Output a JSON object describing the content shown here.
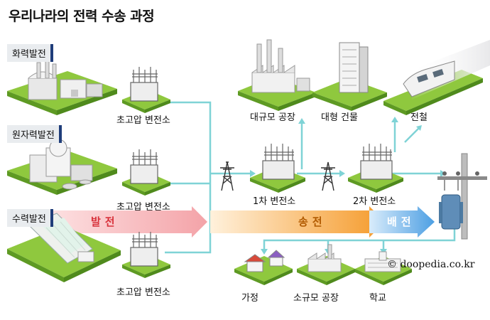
{
  "title": "우리나라의 전력 수송 과정",
  "sources": {
    "thermal": "화력발전",
    "nuclear": "원자력발전",
    "hydro": "수력발전"
  },
  "substations": {
    "ultra_high_1": "초고압 변전소",
    "ultra_high_2": "초고압 변전소",
    "ultra_high_3": "초고압 변전소",
    "first": "1차 변전소",
    "second": "2차 변전소"
  },
  "stages": {
    "generation": "발전",
    "transmission": "송전",
    "distribution": "배전"
  },
  "consumers": {
    "large_factory": "대규모 공장",
    "large_building": "대형 건물",
    "railway": "전철",
    "home": "가정",
    "small_factory": "소규모 공장",
    "school": "학교"
  },
  "credit": "© doopedia.co.kr",
  "colors": {
    "line": "#7fd3d6",
    "ground": "#8fc83e",
    "ground_side": "#5e9a23",
    "generation": "#f4a3a8",
    "transmission": "#f7a33a",
    "distribution": "#5aa9e8",
    "tag_bar": "#1f3d7a"
  }
}
